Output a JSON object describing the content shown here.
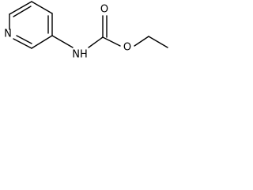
{
  "molecule": {
    "atoms": {
      "n_ring": "N",
      "nh": "NH",
      "o_carbonyl": "O",
      "o_ester": "O"
    }
  }
}
